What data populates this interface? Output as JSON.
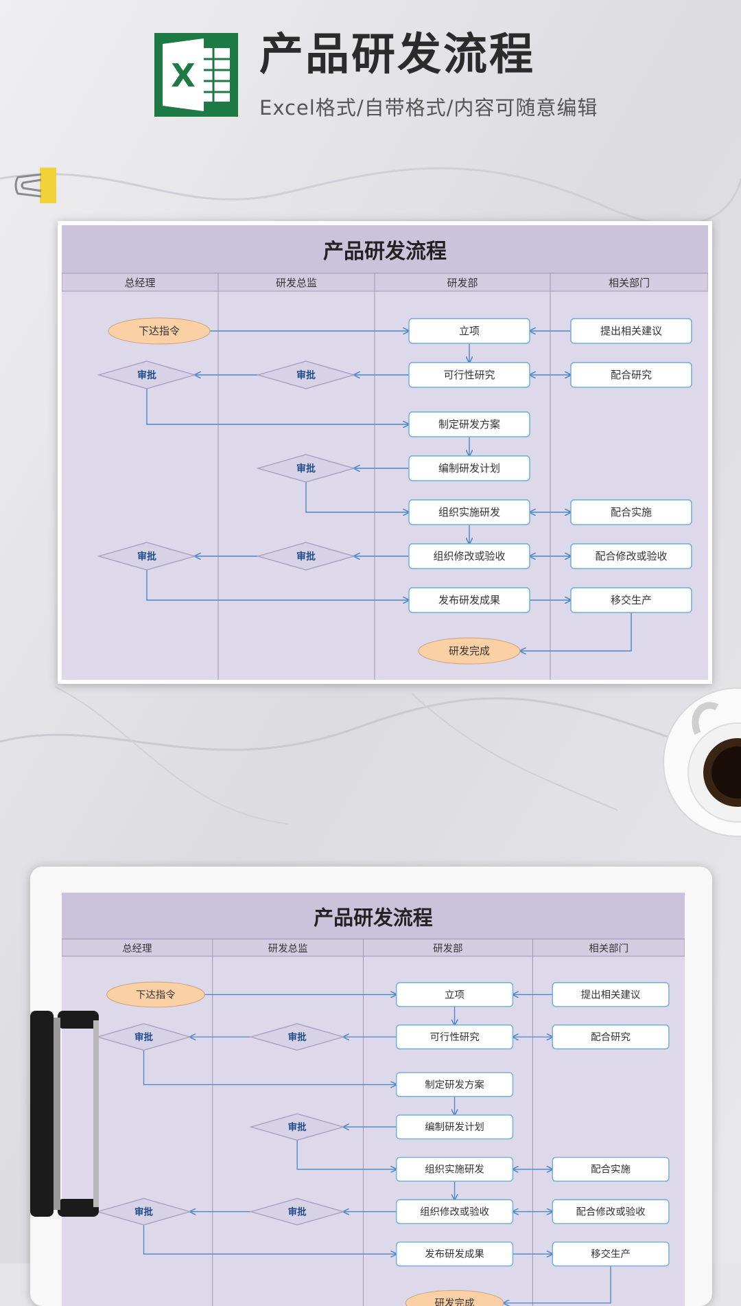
{
  "header": {
    "title": "产品研发流程",
    "subtitle": "Excel格式/自带格式/内容可随意编辑",
    "excel_icon_letter": "X"
  },
  "colors": {
    "excel_green": "#1e7a45",
    "sheet_bg": "#ddd8ea",
    "title_band": "#cbc3dc",
    "box_border": "#6fb0d4",
    "oval_fill": "#fbd0a4",
    "diamond_fill": "#d8d2e6",
    "approve_text": "#1f4e8c",
    "arrow": "#4a86c5"
  },
  "flowchart": {
    "title": "产品研发流程",
    "lanes": [
      "总经理",
      "研发总监",
      "研发部",
      "相关部门"
    ],
    "start_label": "下达指令",
    "end_label": "研发完成",
    "approve_label": "审批",
    "dept_steps": [
      "立项",
      "可行性研究",
      "制定研发方案",
      "编制研发计划",
      "组织实施研发",
      "组织修改或验收",
      "发布研发成果"
    ],
    "related_steps": [
      "提出相关建议",
      "配合研究",
      "配合实施",
      "配合修改或验收",
      "移交生产"
    ]
  }
}
